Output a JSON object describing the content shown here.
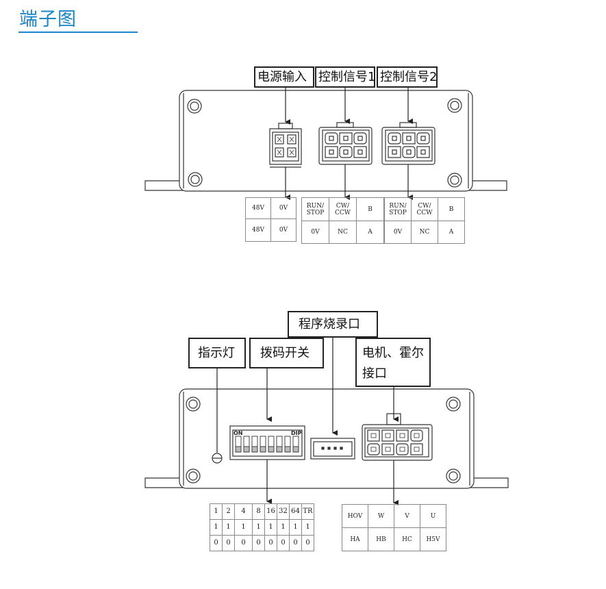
{
  "heading": "端子图",
  "top": {
    "callouts": {
      "power": "电源输入",
      "ctrl1": "控制信号1",
      "ctrl2": "控制信号2"
    },
    "power_table": [
      [
        "48V",
        "0V"
      ],
      [
        "48V",
        "0V"
      ]
    ],
    "ctrl1_table": [
      [
        "RUN/ STOP",
        "CW/ CCW",
        "B"
      ],
      [
        "0V",
        "NC",
        "A"
      ]
    ],
    "ctrl2_table": [
      [
        "RUN/ STOP",
        "CW/ CCW",
        "B"
      ],
      [
        "0V",
        "NC",
        "A"
      ]
    ]
  },
  "bottom": {
    "callouts": {
      "indicator": "指示灯",
      "dip": "拨码开关",
      "program": "程序烧录口",
      "motor_line1": "电机、霍尔",
      "motor_line2": "接口"
    },
    "dip_labels": {
      "on": "ON",
      "dip": "DIP"
    },
    "dip_table": [
      [
        "1",
        "2",
        "4",
        "8",
        "16",
        "32",
        "64",
        "TR"
      ],
      [
        "1",
        "1",
        "1",
        "1",
        "1",
        "1",
        "1",
        "1"
      ],
      [
        "0",
        "0",
        "0",
        "0",
        "0",
        "0",
        "0",
        "0"
      ]
    ],
    "motor_table": [
      [
        "HOV",
        "W",
        "V",
        "U"
      ],
      [
        "HA",
        "HB",
        "HC",
        "H5V"
      ]
    ]
  }
}
